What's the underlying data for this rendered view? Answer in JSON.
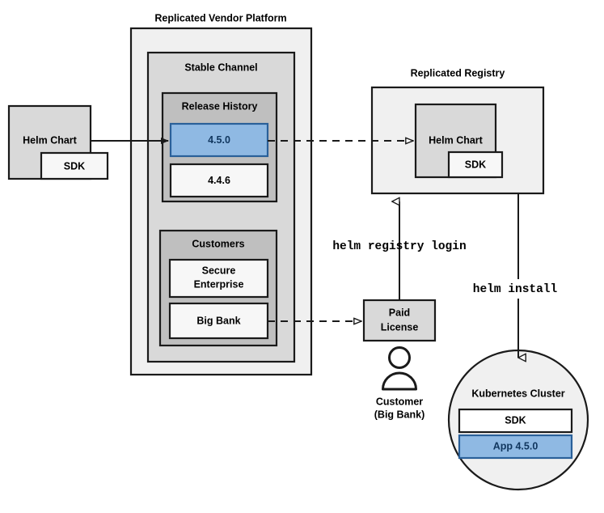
{
  "diagram": {
    "title_vendor_platform": "Replicated Vendor Platform",
    "title_registry": "Replicated Registry",
    "boxes": {
      "helm_chart_left": "Helm Chart",
      "sdk_left": "SDK",
      "stable_channel": "Stable Channel",
      "release_history": "Release History",
      "release_current": "4.5.0",
      "release_previous": "4.4.6",
      "customers": "Customers",
      "customer_secure_enterprise": "Secure\nEnterprise",
      "customer_secure_enterprise_line1": "Secure",
      "customer_secure_enterprise_line2": "Enterprise",
      "customer_big_bank": "Big Bank",
      "helm_chart_registry": "Helm Chart",
      "sdk_registry": "SDK",
      "paid_license_line1": "Paid",
      "paid_license_line2": "License",
      "customer_person_line1": "Customer",
      "customer_person_line2": "(Big Bank)",
      "kubernetes_cluster": "Kubernetes Cluster",
      "cluster_sdk": "SDK",
      "cluster_app": "App 4.5.0"
    },
    "commands": {
      "helm_registry_login": "helm registry login",
      "helm_install": "helm install"
    },
    "colors": {
      "accent_blue_fill": "#7EA6E0",
      "accent_blue_fill_light": "#8FB9E3",
      "accent_blue_stroke": "#2A6099",
      "accent_blue_text": "#10365E",
      "outer_gray": "#F0F0F0",
      "mid_gray": "#D9D9D9",
      "dark_gray": "#BFBFBF",
      "white_box": "#F7F7F7",
      "stroke": "#1A1A1A"
    }
  }
}
